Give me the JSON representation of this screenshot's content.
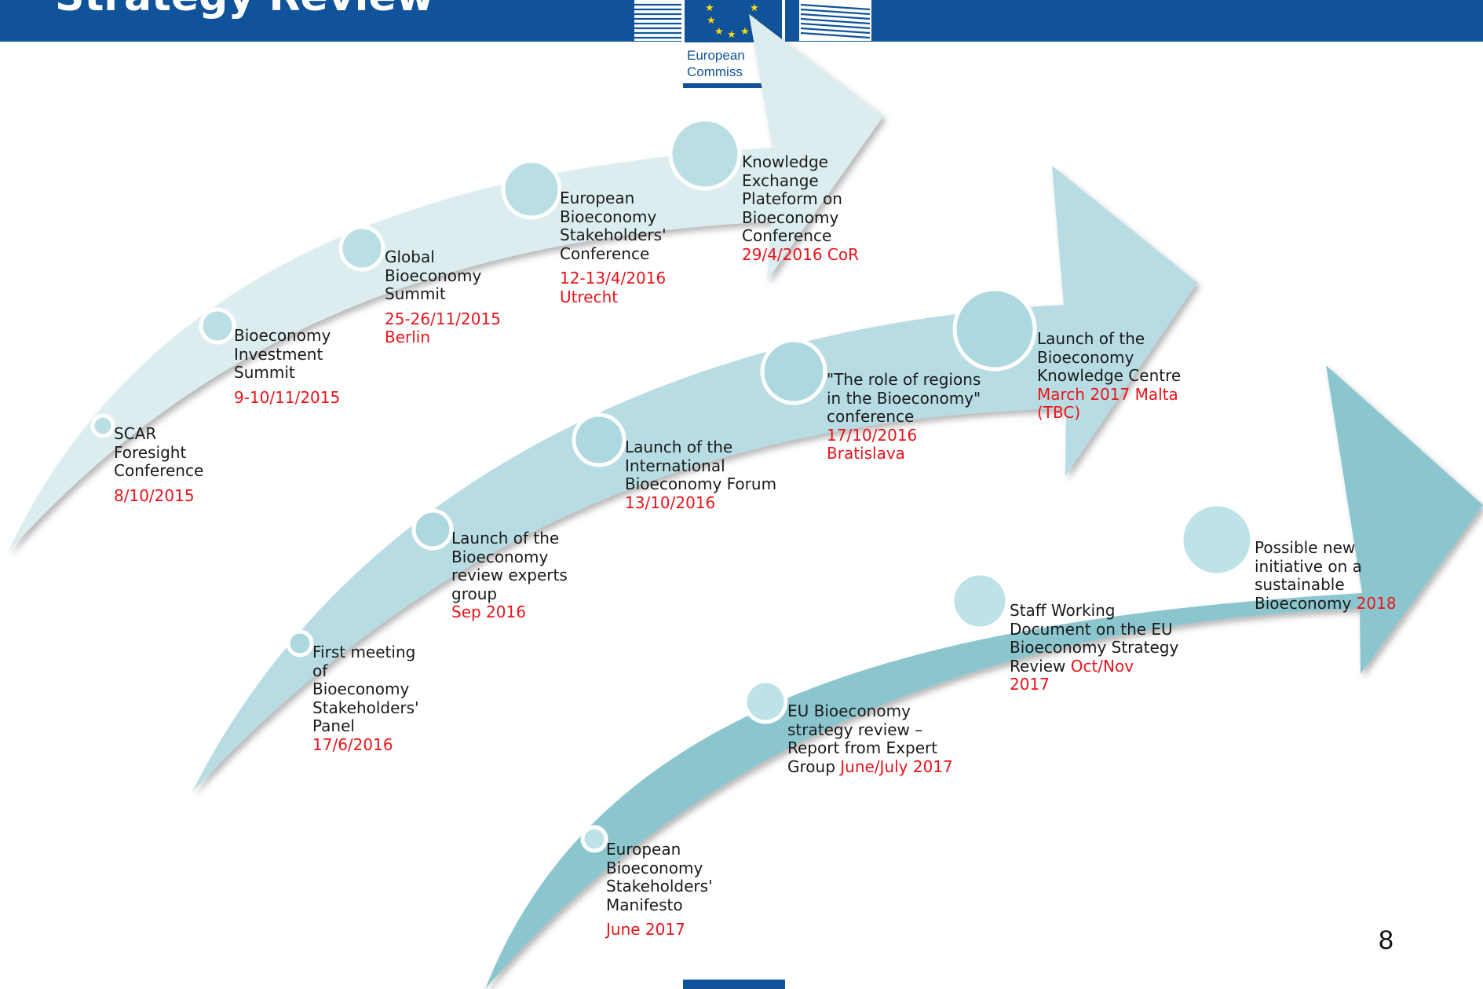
{
  "header": {
    "title": "Strategy Review"
  },
  "logo": {
    "line1": "European",
    "line2": "Commiss"
  },
  "colors": {
    "header_blue": "#11539a",
    "arrow_1": "#dcedf0",
    "arrow_2": "#b7dce3",
    "arrow_3": "#8bc6cf",
    "circle_1": "#b9dfe5",
    "circle_2": "#add8df",
    "circle_3": "#bde2e7",
    "date_red": "#e8141b"
  },
  "milestones": [
    {
      "id": "scar",
      "lines": [
        "SCAR",
        "Foresight",
        "Conference"
      ],
      "date": "8/10/2015"
    },
    {
      "id": "investment",
      "lines": [
        "Bioeconomy",
        "Investment",
        "Summit"
      ],
      "date": "9-10/11/2015"
    },
    {
      "id": "global",
      "lines": [
        "Global",
        "Bioeconomy",
        "Summit"
      ],
      "date_lines": [
        "25-26/11/2015",
        "Berlin"
      ]
    },
    {
      "id": "stakeholders-conf",
      "lines": [
        "European",
        "Bioeconomy",
        "Stakeholders'",
        "Conference"
      ],
      "date_lines": [
        "12-13/4/2016",
        "Utrecht"
      ]
    },
    {
      "id": "knowledge-exchange",
      "lines": [
        "Knowledge",
        "Exchange",
        "Plateform on",
        "Bioeconomy",
        "Conference"
      ],
      "date": "29/4/2016 CoR"
    },
    {
      "id": "first-meeting",
      "lines": [
        "First meeting",
        "of",
        "Bioeconomy",
        "Stakeholders'",
        "Panel"
      ],
      "date": "17/6/2016"
    },
    {
      "id": "experts-group",
      "lines": [
        "Launch of the",
        "Bioeconomy",
        "review  experts",
        "group"
      ],
      "date": "Sep 2016"
    },
    {
      "id": "forum",
      "lines": [
        "Launch of the",
        "International",
        "Bioeconomy Forum"
      ],
      "date": "13/10/2016"
    },
    {
      "id": "regions",
      "lines": [
        "\"The role of regions",
        "in the Bioeconomy\"",
        "conference"
      ],
      "date_lines": [
        "17/10/2016",
        "Bratislava"
      ]
    },
    {
      "id": "knowledge-centre",
      "lines": [
        "Launch of the",
        "Bioeconomy",
        "Knowledge Centre"
      ],
      "date_lines": [
        "March 2017 Malta",
        "(TBC)"
      ]
    },
    {
      "id": "manifesto",
      "lines": [
        "European",
        "Bioeconomy",
        "Stakeholders'",
        "Manifesto"
      ],
      "date": "June 2017"
    },
    {
      "id": "report",
      "lines": [
        "EU Bioeconomy",
        "strategy review –",
        "Report from Expert"
      ],
      "last_prefix": "Group ",
      "last_date": "June/July 2017"
    },
    {
      "id": "swd",
      "lines": [
        "Staff Working",
        "Document on the EU",
        "Bioeconomy Strategy"
      ],
      "last_prefix": "Review ",
      "last_date": "Oct/Nov",
      "date": "2017"
    },
    {
      "id": "new-initiative",
      "lines": [
        "Possible new",
        "initiative on a",
        "sustainable"
      ],
      "last_prefix": "Bioeconomy ",
      "last_date": "2018"
    }
  ],
  "page_number": "8"
}
